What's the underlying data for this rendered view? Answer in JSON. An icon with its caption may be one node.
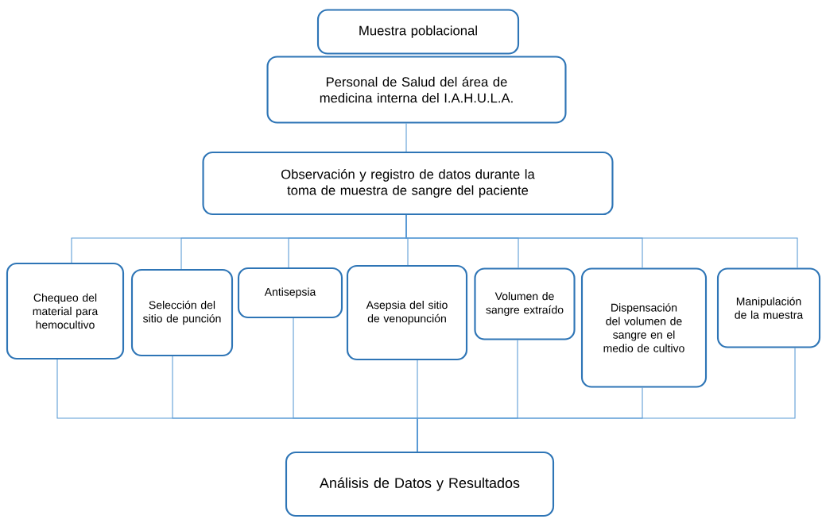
{
  "diagram": {
    "nodes": [
      {
        "text": [
          "Muestra poblacional"
        ]
      },
      {
        "text": [
          "Personal de Salud del área de medicina interna del I.A.H.U.L.A."
        ]
      },
      {
        "text": [
          "Observación y registro de datos durante la toma de muestra de sangre del paciente"
        ]
      },
      {
        "text": [
          "Chequeo del material para hemocultivo"
        ]
      },
      {
        "text": [
          "Selección del sitio de punción"
        ]
      },
      {
        "text": [
          "Antisepsia"
        ]
      },
      {
        "text": [
          "Asepsia del sitio de venopunción"
        ]
      },
      {
        "text": [
          "Volumen de sangre extraído"
        ]
      },
      {
        "text": [
          "Dispensación del volumen de sangre en el medio de cultivo"
        ]
      },
      {
        "text": [
          "Manipulación de la muestra"
        ]
      },
      {
        "text": [
          "Análisis de Datos y Resultados"
        ]
      }
    ],
    "edges": [
      {
        "from": 1,
        "to": 2,
        "arrow": "none"
      },
      {
        "from": 2,
        "to": 3,
        "arrow": "none"
      },
      {
        "from": 2,
        "to": 4,
        "arrow": "none"
      },
      {
        "from": 2,
        "to": 5,
        "arrow": "none"
      },
      {
        "from": 2,
        "to": 6,
        "arrow": "none"
      },
      {
        "from": 2,
        "to": 7,
        "arrow": "none"
      },
      {
        "from": 2,
        "to": 8,
        "arrow": "none"
      },
      {
        "from": 2,
        "to": 9,
        "arrow": "none"
      },
      {
        "from": 3,
        "to": 10,
        "arrow": "none"
      },
      {
        "from": 4,
        "to": 10,
        "arrow": "none"
      },
      {
        "from": 5,
        "to": 10,
        "arrow": "none"
      },
      {
        "from": 6,
        "to": 10,
        "arrow": "none"
      },
      {
        "from": 7,
        "to": 10,
        "arrow": "none"
      },
      {
        "from": 8,
        "to": 10,
        "arrow": "none"
      },
      {
        "from": 9,
        "to": 10,
        "arrow": "none"
      }
    ]
  }
}
